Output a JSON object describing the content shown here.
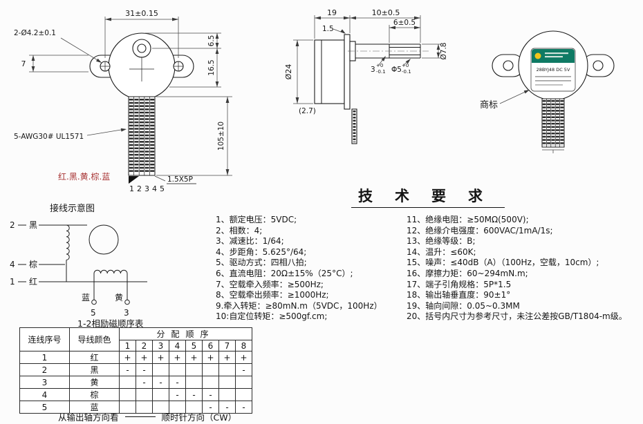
{
  "front_view": {
    "dim_width": "31±0.15",
    "holes_label": "2-Ø4.2±0.1",
    "dim_ear": "7",
    "dim_top_to_shaft": "6.5",
    "dim_shaft_to_bottom": "16.5",
    "dim_wire_length": "105±10",
    "wire_spec": "5-AWG30# UL1571",
    "wire_colors": "红.黑.黄.棕.蓝",
    "wire_numbers": "12345",
    "connector_spec": "1.5X5P"
  },
  "side_view": {
    "dim_body_depth": "19",
    "dim_flange": "1.5",
    "dim_shaft_length": "10±0.5",
    "dim_flat_length": "6±0.5",
    "dim_body_dia": "Ø24",
    "dim_boss_dia": "Ø7.8",
    "dim_flat": "3",
    "dim_flat_tol_upper": "+0",
    "dim_flat_tol_lower": "-0.1",
    "dim_shaft_dia": "Φ5",
    "dim_shaft_tol_upper": "+0",
    "dim_shaft_tol_lower": "-0.1",
    "dim_ref": "(2.7)"
  },
  "label_view": {
    "callout": "商标",
    "label_text": "28BYJ48  DC 5V"
  },
  "wiring": {
    "title": "接线示意图",
    "terminal2_num": "2",
    "terminal2_color": "黑",
    "terminal4_num": "4",
    "terminal4_color": "棕",
    "terminal1_num": "1",
    "terminal1_color": "红",
    "terminal5_num": "5",
    "terminal5_color": "蓝",
    "terminal3_num": "3",
    "terminal3_color": "黄"
  },
  "tech": {
    "title": "技术要求",
    "left": [
      "1、额定电压：5VDC;",
      "2、相数：4;",
      "3、减速比：1/64;",
      "4、步距角：5.625°/64;",
      "5、驱动方式：四相八拍;",
      "6、直流电阻：20Ω±15%（25°C）;",
      "7、空载牵入频率：≥500Hz;",
      "8、空载牵出频率：≥1000Hz;",
      "9.牵入转矩：≥80mN.m（5VDC，100Hz）",
      "10:自定位转矩：≥500gf.cm;"
    ],
    "right": [
      "11、绝缘电阻：≥50MΩ(500V);",
      "12、绝缘介电强度：600VAC/1mA/1s;",
      "13、绝缘等级：B;",
      "14、温升：≤60K;",
      "15、噪声：≤40dB（A）（100Hz，空载，10cm）;",
      "16、摩擦力矩：60~294mN.m;",
      "17、端子引角规格：5P*1.5",
      "18、输出轴垂直度：90±1°",
      "19、轴向间隙：0.05~0.3MM",
      "20、括号内尺寸为参考尺寸，未注公差按GB/T1804-m级。"
    ]
  },
  "seq": {
    "title": "1-2相励磁顺序表",
    "header_wire_no": "连线序号",
    "header_wire_color": "导线颜色",
    "header_sequence": "分配顺序",
    "steps": [
      "1",
      "2",
      "3",
      "4",
      "5",
      "6",
      "7",
      "8"
    ],
    "rows": [
      {
        "no": "1",
        "color": "红",
        "m": [
          "+",
          "+",
          "+",
          "+",
          "+",
          "+",
          "+",
          "+"
        ]
      },
      {
        "no": "2",
        "color": "黑",
        "m": [
          "-",
          "-",
          "",
          "",
          "",
          "",
          "",
          "-"
        ]
      },
      {
        "no": "3",
        "color": "黄",
        "m": [
          "",
          "-",
          "-",
          "-",
          "",
          "",
          "",
          ""
        ]
      },
      {
        "no": "4",
        "color": "棕",
        "m": [
          "",
          "",
          "",
          "-",
          "-",
          "-",
          "",
          ""
        ]
      },
      {
        "no": "5",
        "color": "蓝",
        "m": [
          "",
          "",
          "",
          "",
          "",
          "-",
          "-",
          "-"
        ]
      }
    ],
    "footer_view": "从输出轴方向看",
    "footer_dir": "顺时针方向（CW）"
  }
}
